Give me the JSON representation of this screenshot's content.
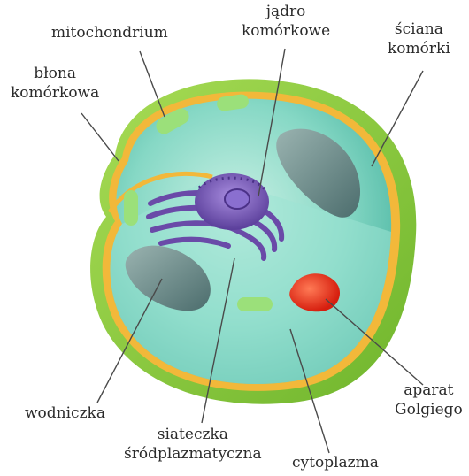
{
  "labels": {
    "mitochondrium": "mitochondrium",
    "jadro_line1": "jądro",
    "jadro_line2": "komórkowe",
    "sciana_line1": "ściana",
    "sciana_line2": "komórki",
    "blona_line1": "błona",
    "blona_line2": "komórkowa",
    "wodniczka": "wodniczka",
    "siateczka_line1": "siateczka",
    "siateczka_line2": "śródplazmatyczna",
    "cytoplazma": "cytoplazma",
    "golgi_line1": "aparat",
    "golgi_line2": "Golgiego"
  },
  "colors": {
    "cell_wall": "#8ccc3a",
    "membrane": "#f2b83a",
    "cytoplasm": "#7fd6c2",
    "nucleus": "#7b5bb8",
    "er": "#6a4aa8",
    "vacuole": "#6f8f8f",
    "mitochondria": "#9be07a",
    "golgi": "#e8341c",
    "leader_line": "#4a4a4a"
  }
}
